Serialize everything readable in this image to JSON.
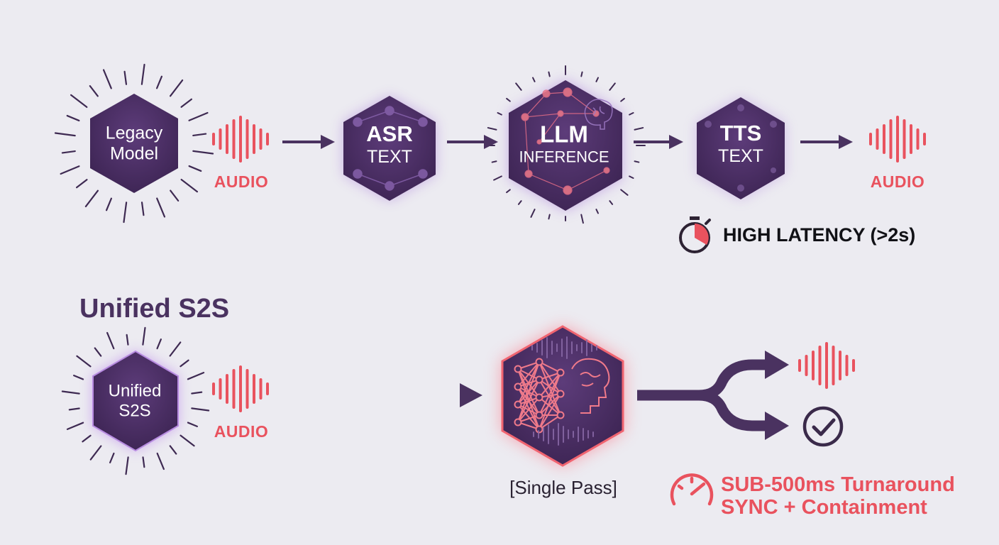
{
  "colors": {
    "background": "#ecebf1",
    "hexagon_fill": "#4b2f63",
    "hexagon_glow": "#a06cd5",
    "accent_red": "#e9525e",
    "arrow": "#4a3260",
    "text_dark": "#111116"
  },
  "pipeline": {
    "legacy_model": {
      "line1": "Legacy",
      "line2": "Model"
    },
    "input_audio_label": "AUDIO",
    "asr": {
      "line1": "ASR",
      "line2": "TEXT"
    },
    "llm": {
      "line1": "LLM",
      "line2": "INFERENCE"
    },
    "tts": {
      "line1": "TTS",
      "line2": "TEXT"
    },
    "output_audio_label": "AUDIO",
    "latency_icon": "stopwatch-icon",
    "latency_text": "HIGH LATENCY (>2s)"
  },
  "unified": {
    "section_title": "Unified S2S",
    "model": {
      "line1": "Unified",
      "line2": "S2S"
    },
    "input_audio_label": "AUDIO",
    "core_icon": "neural-brain-icon",
    "single_pass_label": "[Single Pass]",
    "outputs": [
      "audio-wave-icon",
      "check-circle-icon"
    ],
    "speed_icon": "speedometer-icon",
    "result_line1": "SUB-500ms Turnaround",
    "result_line2": "SYNC + Containment"
  }
}
